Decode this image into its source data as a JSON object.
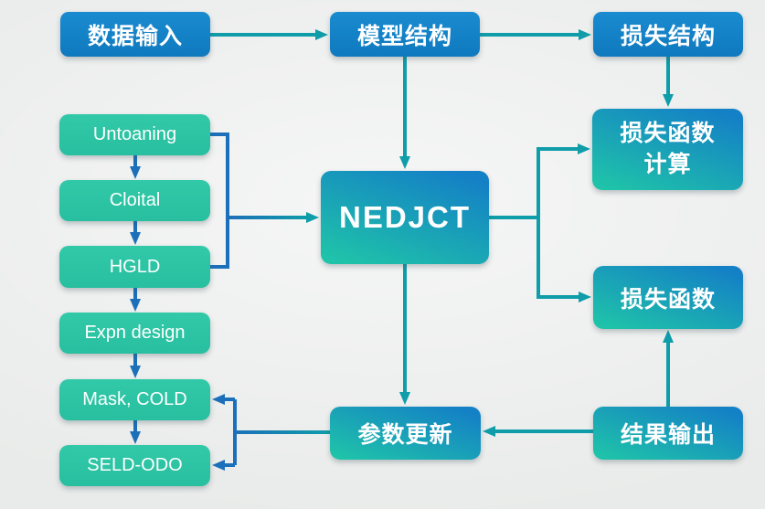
{
  "diagram": {
    "background_color": "#e9ebea",
    "colors": {
      "solid_blue_box": "#1180c5",
      "solid_green_box": "#2bc4a3",
      "gradient_box_top": "#1480c6",
      "gradient_box_bottom": "#1fc3a9",
      "arrow_teal": "#0E9DA9",
      "arrow_blue": "#1C70B9",
      "text": "#ffffff"
    },
    "nodes": {
      "data_input": {
        "label": "数据输入"
      },
      "model_structure": {
        "label": "模型结构"
      },
      "loss_structure": {
        "label": "损失结构"
      },
      "untoaning": {
        "label": "Untoaning"
      },
      "cloital": {
        "label": "Cloital"
      },
      "hgld": {
        "label": "HGLD"
      },
      "expn_design": {
        "label": "Expn design"
      },
      "mask_cold": {
        "label": "Mask, COLD"
      },
      "seld_odo": {
        "label": "SELD-ODO"
      },
      "nedjct": {
        "label": "NEDJCT"
      },
      "loss_fn_calc": {
        "line1": "损失函数",
        "line2": "计算"
      },
      "loss_fn": {
        "label": "损失函数"
      },
      "param_update": {
        "label": "参数更新"
      },
      "result_output": {
        "label": "结果输出"
      }
    },
    "edges": [
      {
        "from": "数据输入",
        "to": "模型结构"
      },
      {
        "from": "模型结构",
        "to": "损失结构"
      },
      {
        "from": "模型结构",
        "to": "NEDJCT"
      },
      {
        "from": "损失结构",
        "to": "损失函数计算"
      },
      {
        "from": "Untoaning",
        "to": "Cloital"
      },
      {
        "from": "Cloital",
        "to": "HGLD"
      },
      {
        "from": "HGLD",
        "to": "Expn design"
      },
      {
        "from": "Expn design",
        "to": "Mask, COLD"
      },
      {
        "from": "Mask, COLD",
        "to": "SELD-ODO"
      },
      {
        "from": "Untoaning/HGLD group",
        "to": "NEDJCT"
      },
      {
        "from": "NEDJCT",
        "to": "损失函数计算"
      },
      {
        "from": "NEDJCT",
        "to": "损失函数"
      },
      {
        "from": "NEDJCT",
        "to": "参数更新"
      },
      {
        "from": "结果输出",
        "to": "损失函数"
      },
      {
        "from": "结果输出",
        "to": "参数更新"
      },
      {
        "from": "参数更新",
        "to": "Mask, COLD"
      },
      {
        "from": "参数更新",
        "to": "SELD-ODO"
      }
    ]
  }
}
